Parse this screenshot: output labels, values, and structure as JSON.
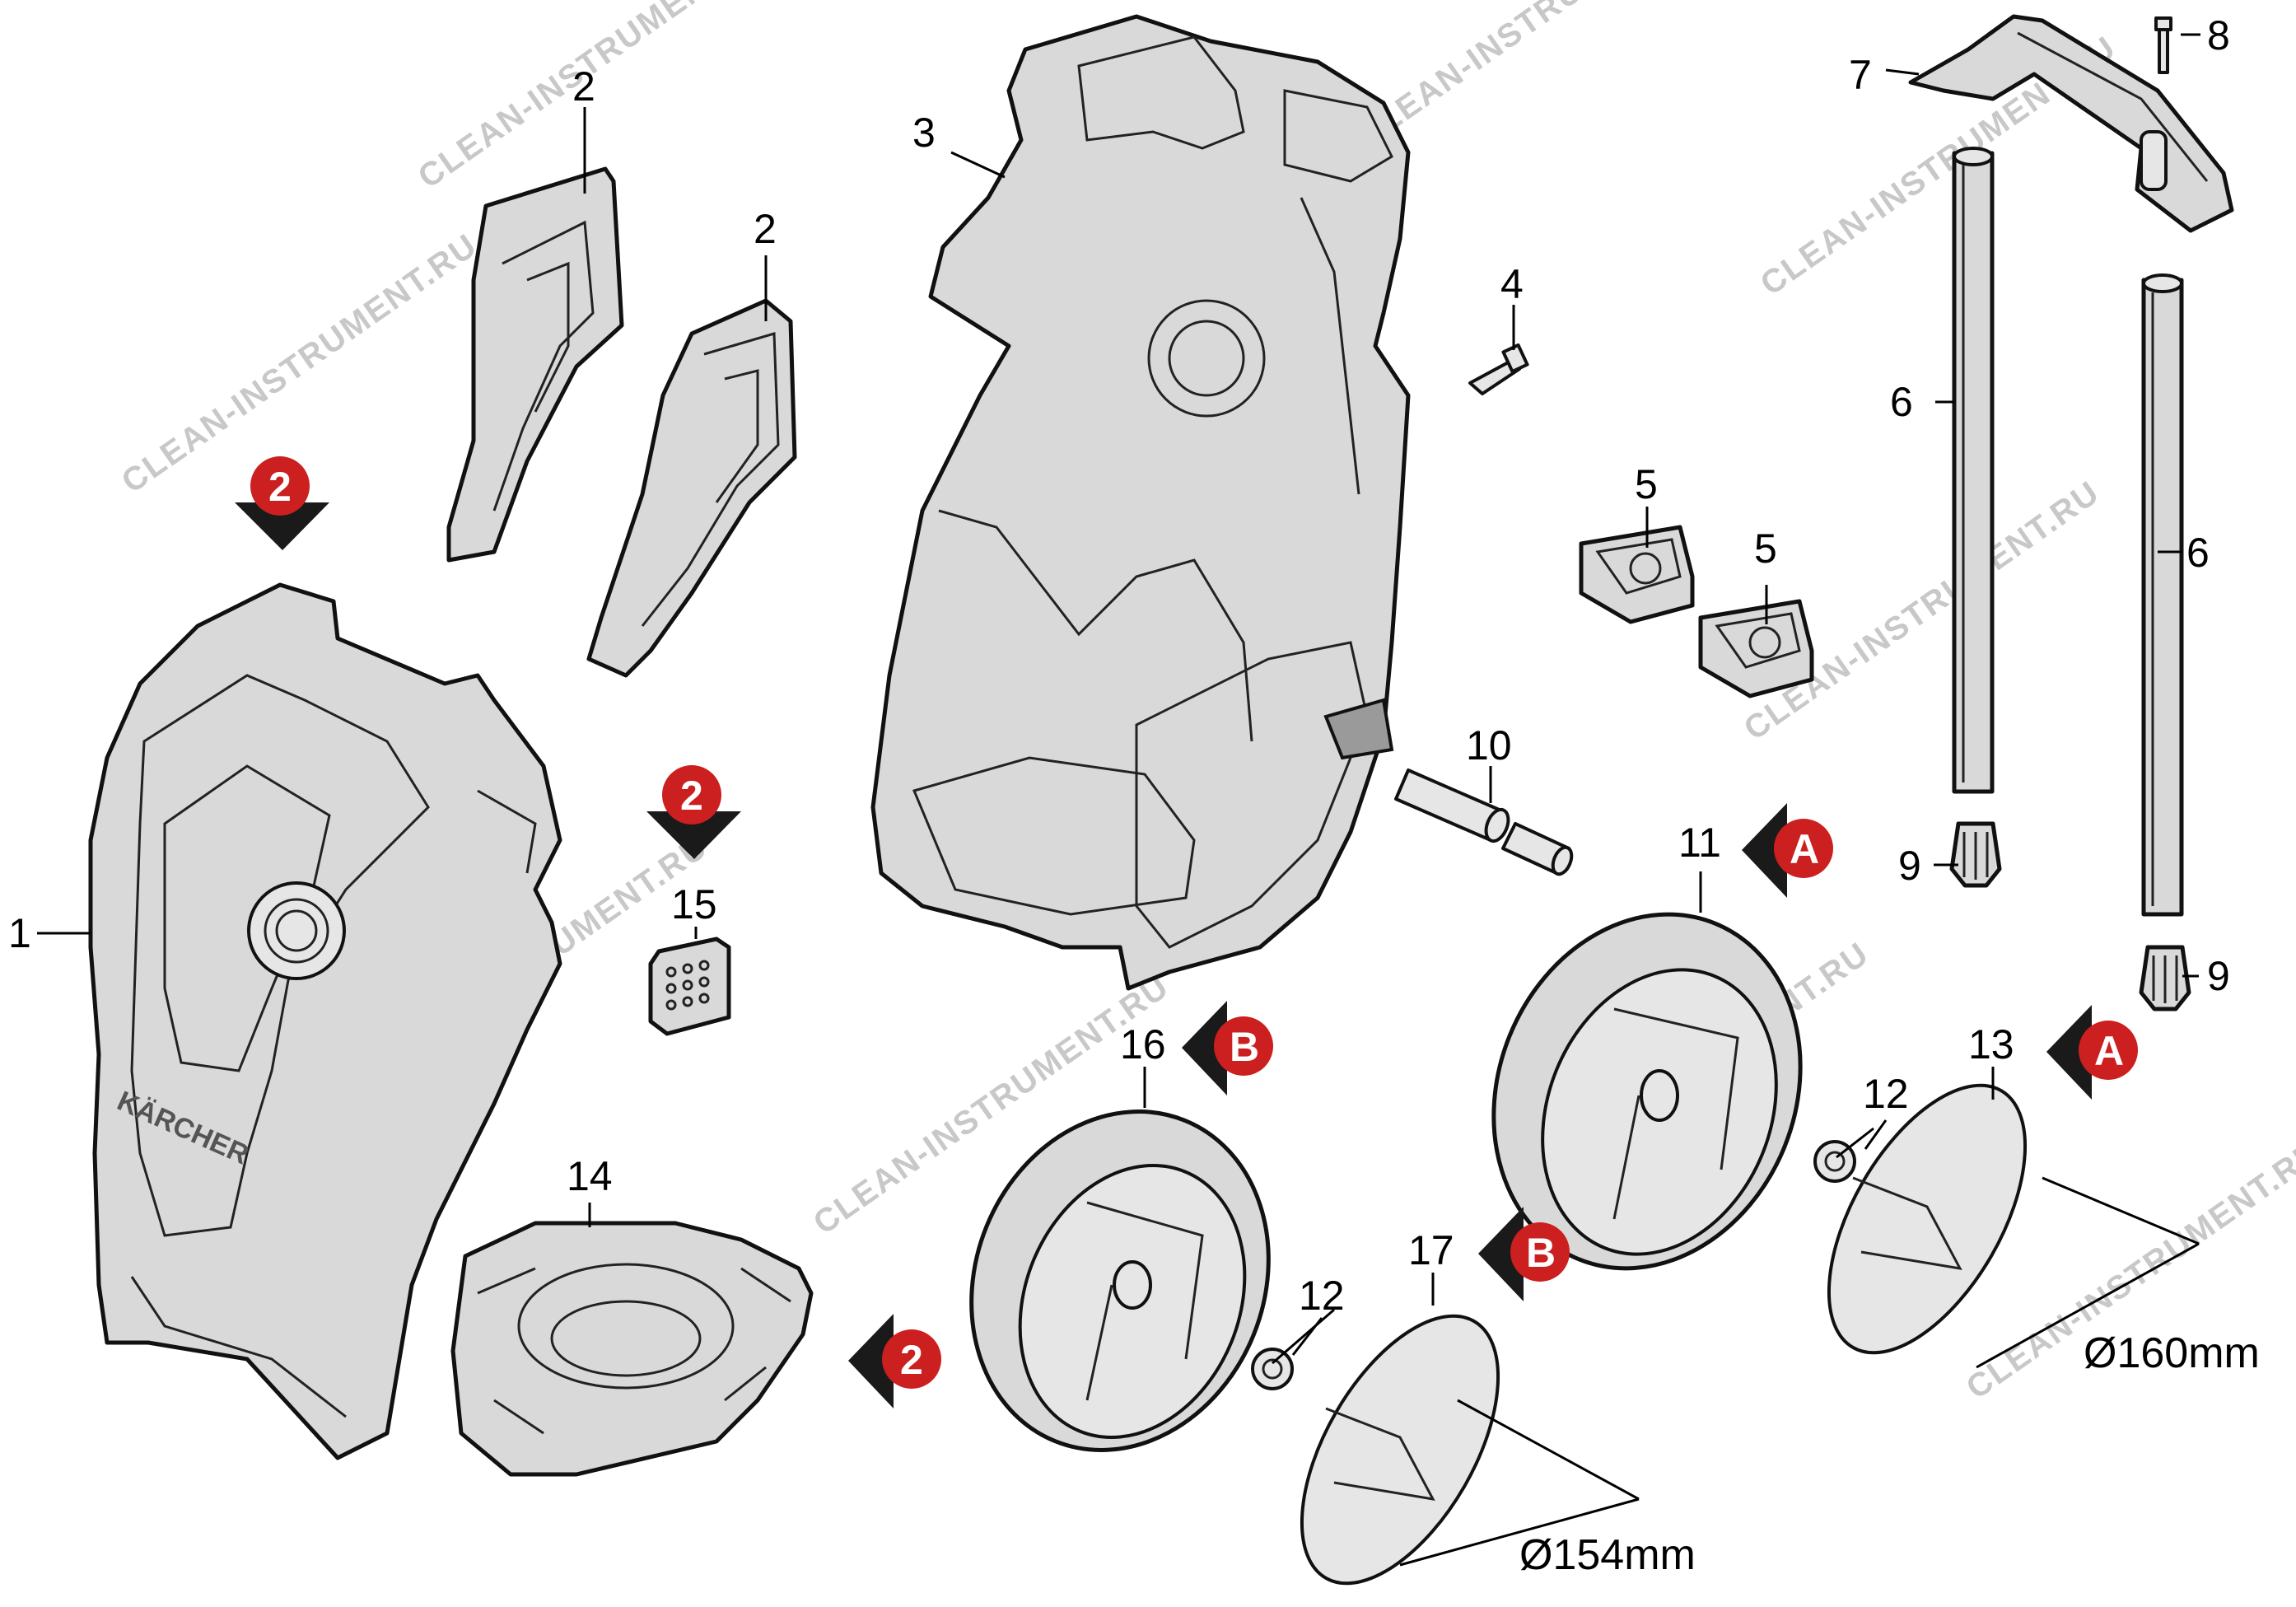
{
  "callouts": {
    "c1": "1",
    "c2a": "2",
    "c2b": "2",
    "c3": "3",
    "c4": "4",
    "c5a": "5",
    "c5b": "5",
    "c6a": "6",
    "c6b": "6",
    "c7": "7",
    "c8": "8",
    "c9a": "9",
    "c9b": "9",
    "c10": "10",
    "c11": "11",
    "c12a": "12",
    "c12b": "12",
    "c13": "13",
    "c14": "14",
    "c15": "15",
    "c16": "16",
    "c17": "17"
  },
  "markers": {
    "m2_top": "2",
    "m2_mid": "2",
    "m2_bottom": "2",
    "mA_upper": "A",
    "mA_lower": "A",
    "mB_upper": "B",
    "mB_lower": "B"
  },
  "dimensions": {
    "large_wheel": "Ø160mm",
    "small_wheel": "Ø154mm"
  },
  "branding": {
    "logo_text": "KÄRCHER"
  },
  "watermark": "CLEAN-INSTRUMENT.RU",
  "colors": {
    "marker_red": "#cc1f1f",
    "marker_shadow": "#1a1a1a",
    "part_fill": "#d9d9d9",
    "line": "#111111"
  }
}
